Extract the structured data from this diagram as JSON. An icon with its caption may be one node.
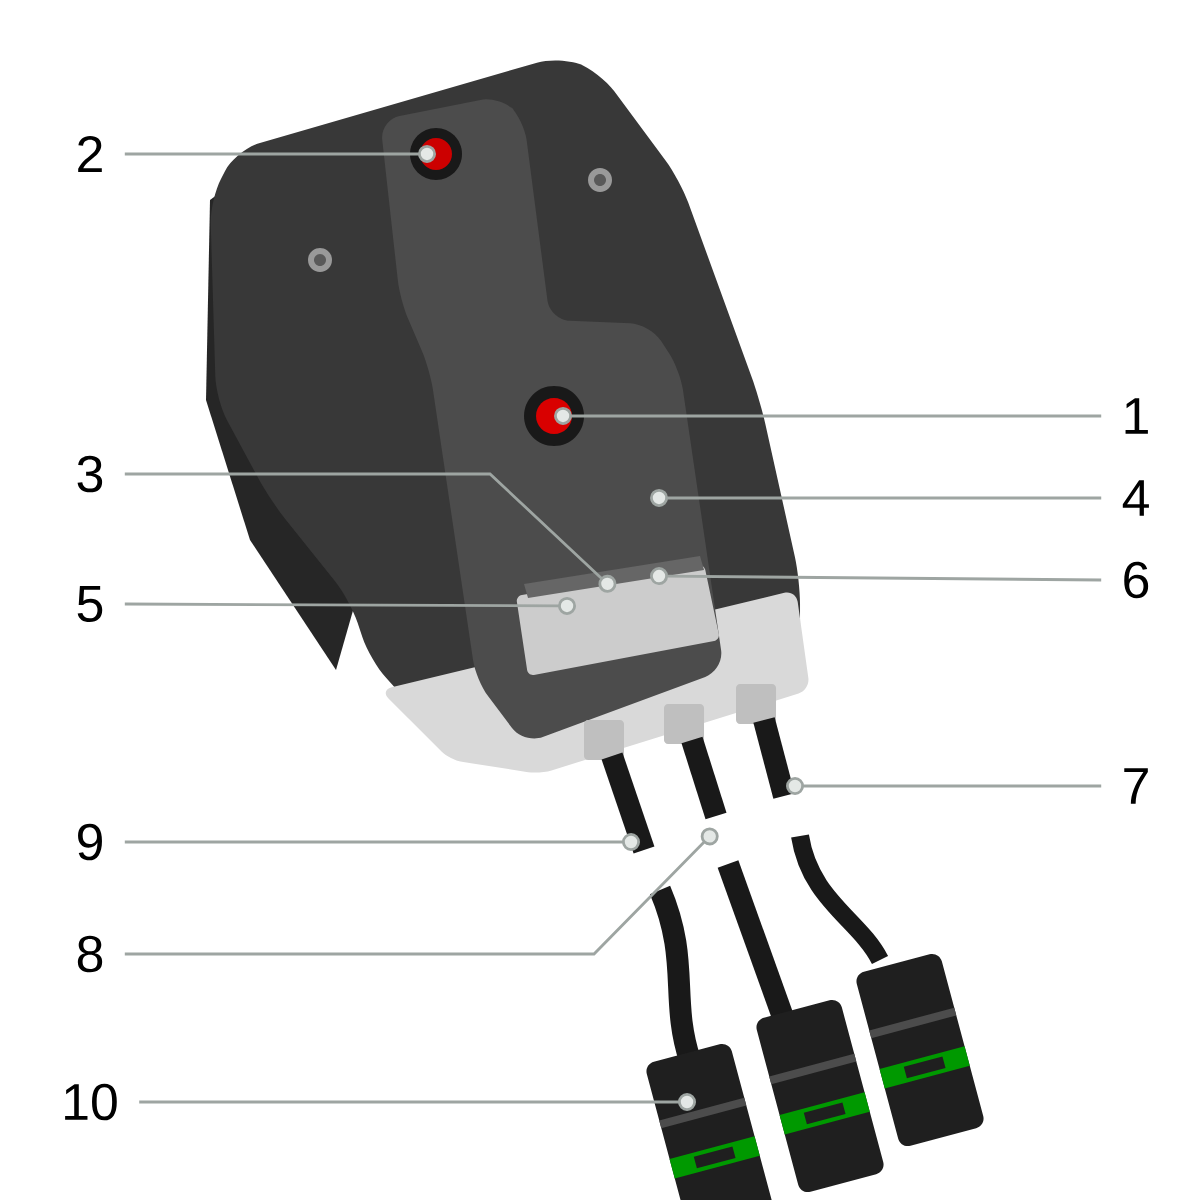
{
  "diagram": {
    "nodes": [
      {
        "text": [
          "2"
        ]
      },
      {
        "text": [
          "1"
        ]
      },
      {
        "text": [
          "3"
        ]
      },
      {
        "text": [
          "4"
        ]
      },
      {
        "text": [
          "6"
        ]
      },
      {
        "text": [
          "5"
        ]
      },
      {
        "text": [
          "7"
        ]
      },
      {
        "text": [
          "9"
        ]
      },
      {
        "text": [
          "8"
        ]
      },
      {
        "text": [
          "10"
        ]
      }
    ],
    "edges": [
      {
        "from": 0,
        "to": null,
        "arrow": "other"
      },
      {
        "from": 1,
        "to": null,
        "arrow": "other"
      },
      {
        "from": 2,
        "to": null,
        "arrow": "other"
      },
      {
        "from": 3,
        "to": null,
        "arrow": "other"
      },
      {
        "from": 4,
        "to": null,
        "arrow": "other"
      },
      {
        "from": 5,
        "to": null,
        "arrow": "other"
      },
      {
        "from": 6,
        "to": null,
        "arrow": "other"
      },
      {
        "from": 7,
        "to": null,
        "arrow": "other"
      },
      {
        "from": 8,
        "to": null,
        "arrow": "other"
      },
      {
        "from": 9,
        "to": null,
        "arrow": "other"
      }
    ]
  }
}
